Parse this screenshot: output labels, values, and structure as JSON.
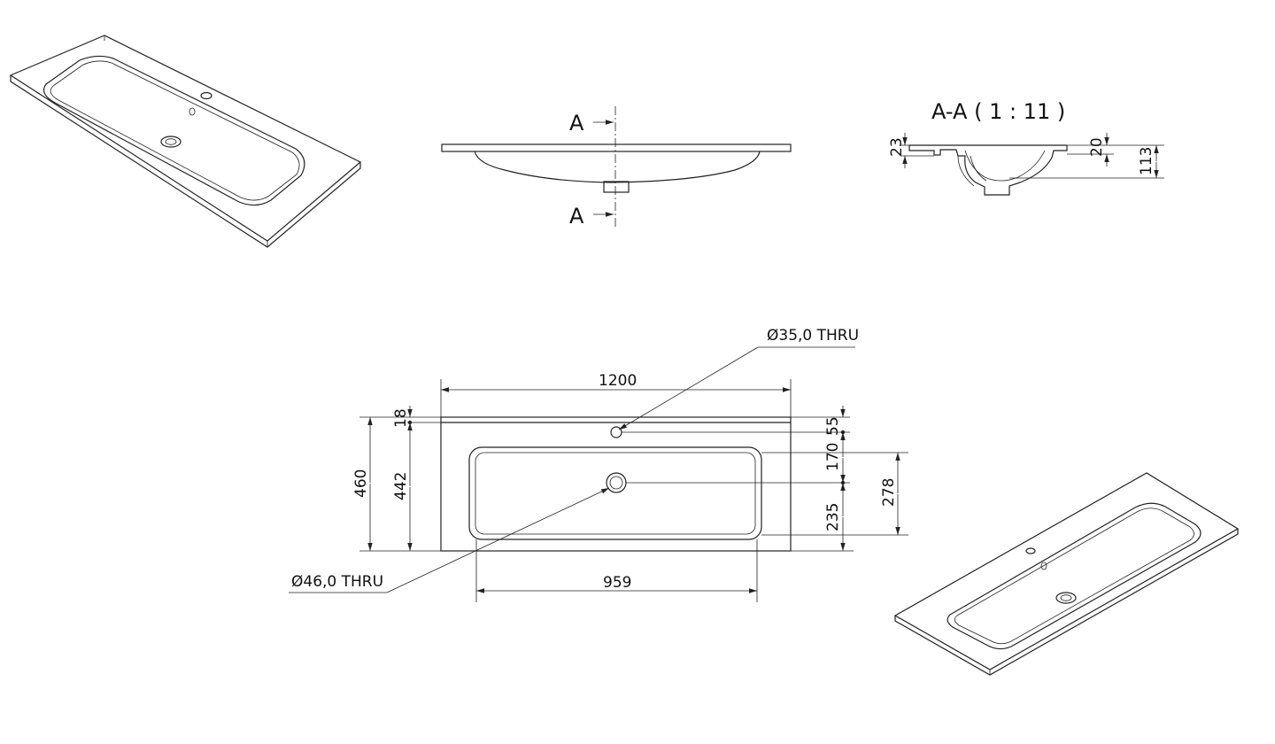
{
  "drawing": {
    "section_marker_top": "A",
    "section_marker_bottom": "A",
    "section_title": "A-A ( 1 : 11 )"
  },
  "dimensions": {
    "overall_width": "1200",
    "bowl_width": "959",
    "overall_depth": "460",
    "depth_442": "442",
    "edge_18": "18",
    "tap_hole_offset": "55",
    "drain_from_tap": "170",
    "drain_to_front": "235",
    "bowl_depth": "278",
    "section_height_23": "23",
    "section_height_20": "20",
    "section_height_113": "113"
  },
  "notes": {
    "tap_hole": "Ø35,0 THRU",
    "drain_hole": "Ø46,0 THRU"
  }
}
